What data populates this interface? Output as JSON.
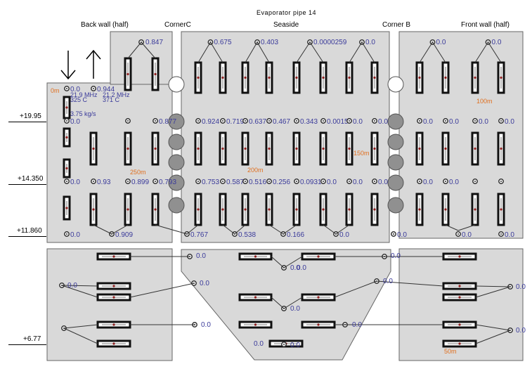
{
  "title": "Evaporator pipe 14",
  "sections": {
    "back_wall": "Back wall (half)",
    "corner_c": "CornerC",
    "seaside": "Seaside",
    "corner_b": "Corner B",
    "front_wall": "Front wall (half)"
  },
  "elevations": [
    "+19.95",
    "+14.350",
    "+11.860",
    "+6.77"
  ],
  "inlet": {
    "left_freq": "21.9 MHz",
    "left_temp": "325 C",
    "right_freq": "21.2 MHz",
    "right_temp": "371 C",
    "flow": "3.75 kg/s",
    "top_left": "0.0",
    "top_right": "0.944"
  },
  "distances": {
    "d0": "0m",
    "d100": "100m",
    "d150": "150m",
    "d200": "200m",
    "d250": "250m",
    "d50": "50m"
  },
  "colors": {
    "panel": "#d9d9d9",
    "label": "#3a3a9a",
    "distance": "#e07020",
    "tube": "#111111",
    "marker": "#8b1a1a",
    "circle": "#909090"
  },
  "node_values": {
    "bw_top": "0.847",
    "sea_top": [
      "0.675",
      "0.403",
      "0.0000259",
      "0.0"
    ],
    "fw_top": [
      "0.0",
      "0.0"
    ],
    "row1": [
      "0.0",
      "0.877",
      "0.924",
      "0.719",
      "0.637",
      "0.467",
      "0.343",
      "0.0015",
      "0.0",
      "0.0",
      "0.0",
      "0.0",
      "0.0",
      "0.0"
    ],
    "row2": [
      "0.0",
      "0.93",
      "0.899",
      "0.793",
      "0.753",
      "0.587",
      "0.516",
      "0.256",
      "0.0931",
      "0.0",
      "0.0",
      "0.0",
      "0.0",
      "0.0"
    ],
    "row_bottom": [
      "0.0",
      "0.909",
      "0.767",
      "0.538",
      "0.166",
      "0.0",
      "0.0",
      "0.0",
      "0.0"
    ],
    "lower": [
      "0.0",
      "0.0",
      "0.0",
      "0.0",
      "0.0",
      "0.0",
      "0.0",
      "0.0",
      "0.0",
      "0.0",
      "0.0",
      "0.0",
      "0.0",
      "0.0"
    ]
  }
}
